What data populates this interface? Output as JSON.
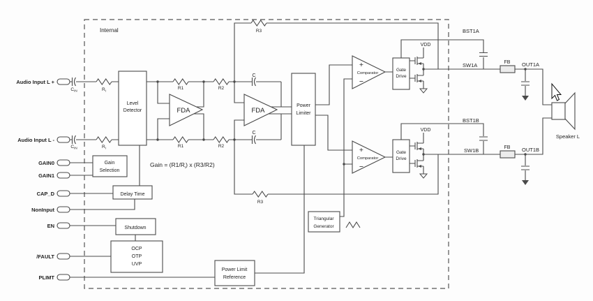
{
  "internal_label": "Internal",
  "inputs": {
    "plus": "Audio Input L +",
    "minus": "Audio Input L -"
  },
  "pins": {
    "gain0": "GAIN0",
    "gain1": "GAIN1",
    "cap_d": "CAP_D",
    "noninput": "NonInput",
    "en": "EN",
    "fault": "/FAULT",
    "plimt": "PLIMT"
  },
  "blocks": {
    "level_detector": {
      "line1": "Level",
      "line2": "Detector"
    },
    "fda": "FDA",
    "power_limiter": {
      "line1": "Power",
      "line2": "Limiter"
    },
    "comparator": {
      "label": "Comparator",
      "plus": "+",
      "minus": "−"
    },
    "gate_drive": {
      "line1": "Gate",
      "line2": "Drive"
    },
    "gain_selection": {
      "line1": "Gain",
      "line2": "Selection"
    },
    "delay_time": "Delay Time",
    "shutdown": "Shutdown",
    "protection": {
      "line1": "OCP",
      "line2": "OTP",
      "line3": "UVP"
    },
    "power_limit_reference": {
      "line1": "Power Limit",
      "line2": "Reference"
    },
    "triangular_generator": {
      "line1": "Triangular",
      "line2": "Generator"
    }
  },
  "components": {
    "cin_main": "C",
    "cin_sub": "IN",
    "ri_main": "R",
    "ri_sub": "I",
    "r1": "R1",
    "r2": "R2",
    "r3": "R3",
    "c": "C",
    "vdd": "VDD",
    "fb": "FB"
  },
  "nets": {
    "bst1a": "BST1A",
    "sw1a": "SW1A",
    "out1a": "OUT1A",
    "bst1b": "BST1B",
    "sw1b": "SW1B",
    "out1b": "OUT1B"
  },
  "speaker_label": "Speaker L",
  "gain_formula": {
    "part1": "Gain = (R1/R",
    "sub": "I",
    "part2": ") x (R3/R2)"
  },
  "colors": {
    "line": "#4a4a4a",
    "text": "#1e1e1e",
    "background": "#fdfdfd"
  }
}
